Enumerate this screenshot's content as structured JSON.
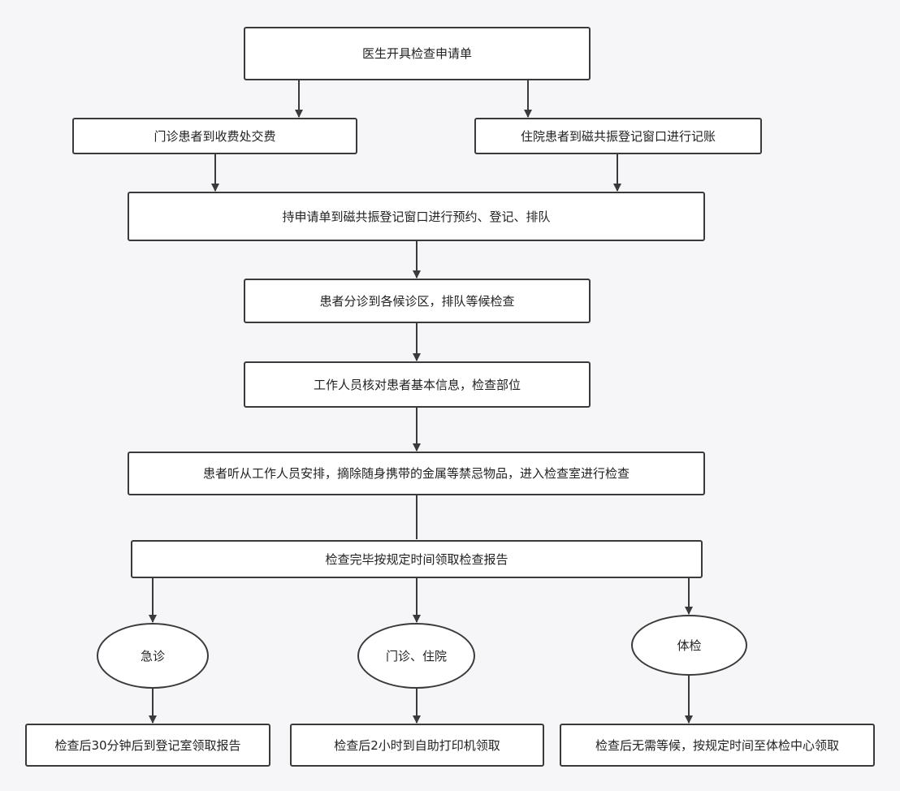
{
  "steps": {
    "doctor_request": "医生开具检查申请单",
    "outpatient_pay": "门诊患者到收费处交费",
    "inpatient_record": "住院患者到磁共振登记窗口进行记账",
    "register_queue": "持申请单到磁共振登记窗口进行预约、登记、排队",
    "triage_wait": "患者分诊到各候诊区，排队等候检查",
    "verify_info": "工作人员核对患者基本信息，检查部位",
    "remove_metal": "患者听从工作人员安排，摘除随身携带的金属等禁忌物品，进入检查室进行检查",
    "collect_report": "检查完毕按规定时间领取检查报告"
  },
  "branches": [
    {
      "name": "急诊",
      "result": "检查后30分钟后到登记室领取报告"
    },
    {
      "name": "门诊、住院",
      "result": "检查后2小时到自助打印机领取"
    },
    {
      "name": "体检",
      "result": "检查后无需等候，按规定时间至体检中心领取"
    }
  ],
  "colors": {
    "line": "#3a3a3a",
    "box_fill": "#ffffff",
    "background": "#f6f6f8"
  }
}
